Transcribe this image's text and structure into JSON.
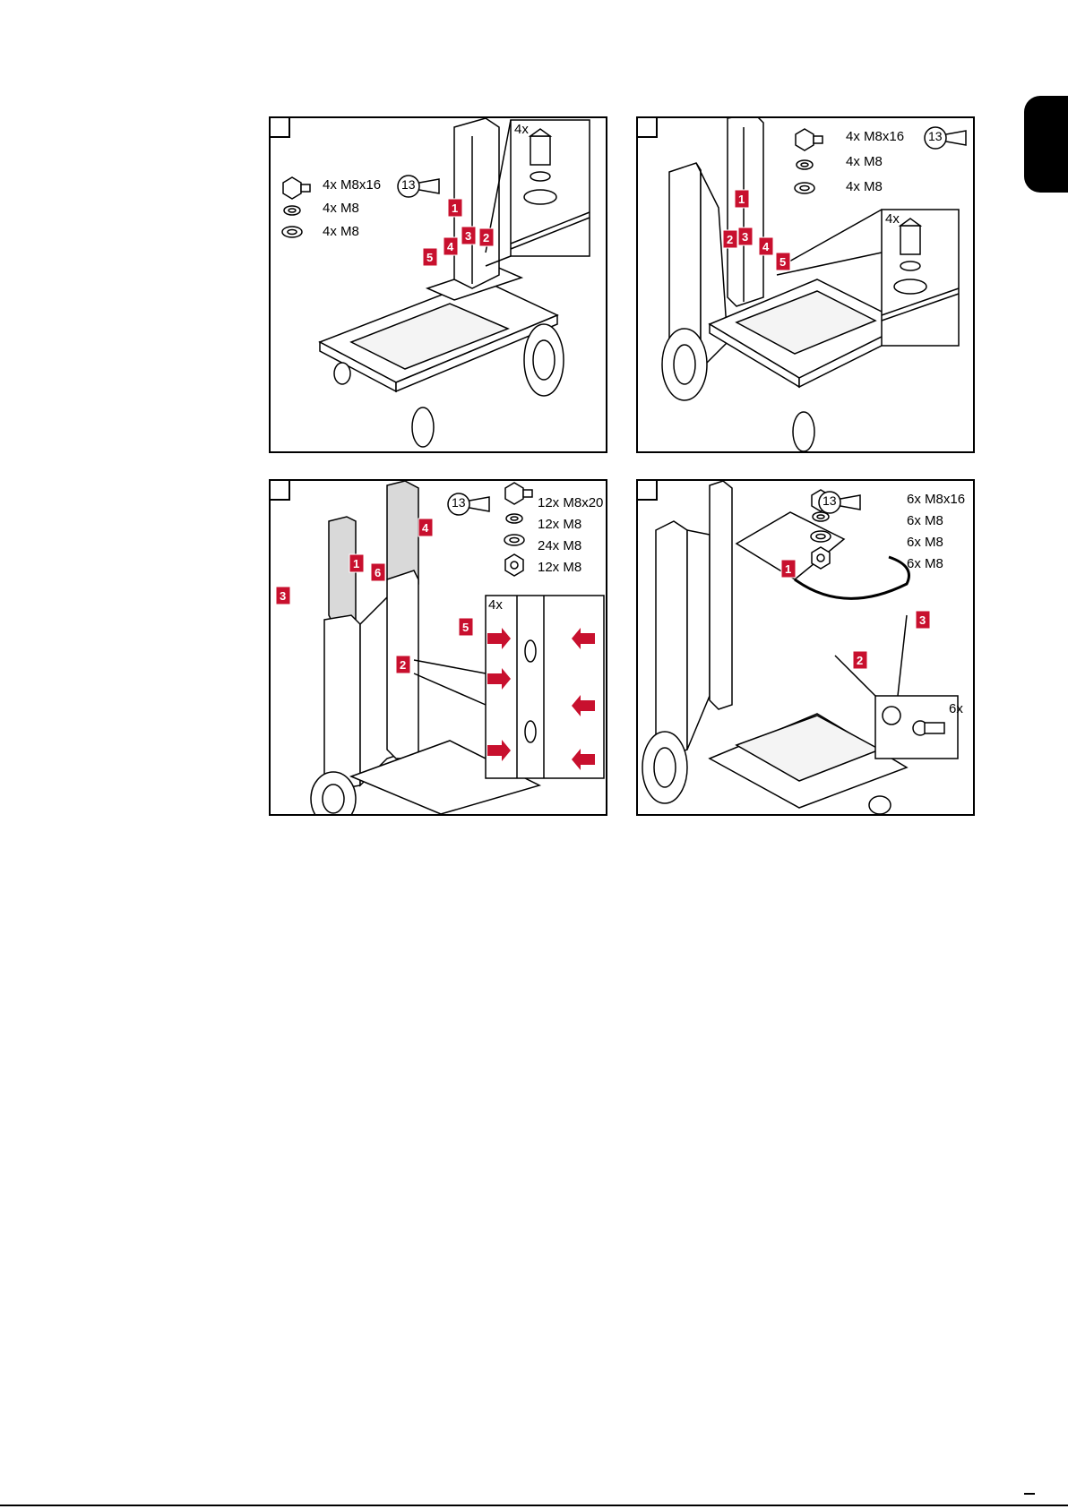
{
  "panels": [
    {
      "id": "p1",
      "labels": {
        "bolt": "4x M8x16",
        "spring_washer": "4x M8",
        "washer": "4x M8",
        "detail_count": "4x",
        "wrench": "13"
      }
    },
    {
      "id": "p2",
      "labels": {
        "bolt": "4x M8x16",
        "spring_washer": "4x M8",
        "washer": "4x M8",
        "detail_count": "4x",
        "wrench": "13"
      }
    },
    {
      "id": "p3",
      "labels": {
        "bolt": "12x M8x20",
        "spring_washer": "12x M8",
        "washer": "24x M8",
        "nut": "12x M8",
        "detail_count": "4x",
        "wrench": "13"
      }
    },
    {
      "id": "p4",
      "labels": {
        "bolt": "6x M8x16",
        "spring_washer": "6x M8",
        "washer": "6x M8",
        "nut": "6x M8",
        "detail_count": "6x",
        "wrench": "13"
      }
    }
  ],
  "callouts": {
    "p1": [
      "1",
      "2",
      "3",
      "4",
      "5"
    ],
    "p2": [
      "1",
      "2",
      "3",
      "4",
      "5"
    ],
    "p3": [
      "1",
      "2",
      "3",
      "4",
      "5",
      "6"
    ],
    "p4": [
      "1",
      "2",
      "3"
    ]
  },
  "colors": {
    "callout": "#c8102e",
    "line": "#000000",
    "fill": "#d9d9d9"
  }
}
